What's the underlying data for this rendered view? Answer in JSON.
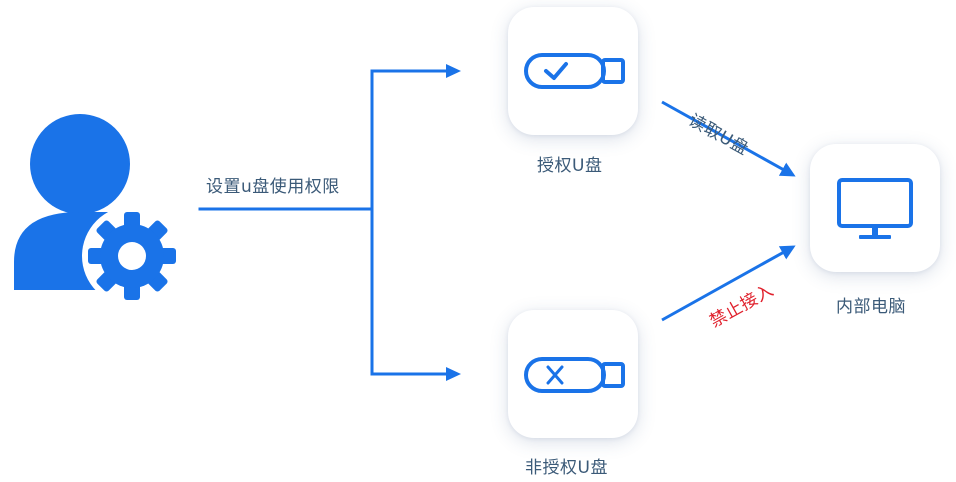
{
  "labels": {
    "set_permission": "设置u盘使用权限",
    "authorized_usb": "授权U盘",
    "unauthorized_usb": "非授权U盘",
    "read_usb": "读取U盘",
    "access_forbidden": "禁止接入",
    "internal_computer": "内部电脑"
  },
  "icons": {
    "admin": "user-gear-icon",
    "authorized": "usb-check-icon",
    "unauthorized": "usb-x-icon",
    "computer": "monitor-icon"
  },
  "colors": {
    "primary": "#1a73e8",
    "forbidden": "#e0202c",
    "label": "#3b5a78"
  }
}
